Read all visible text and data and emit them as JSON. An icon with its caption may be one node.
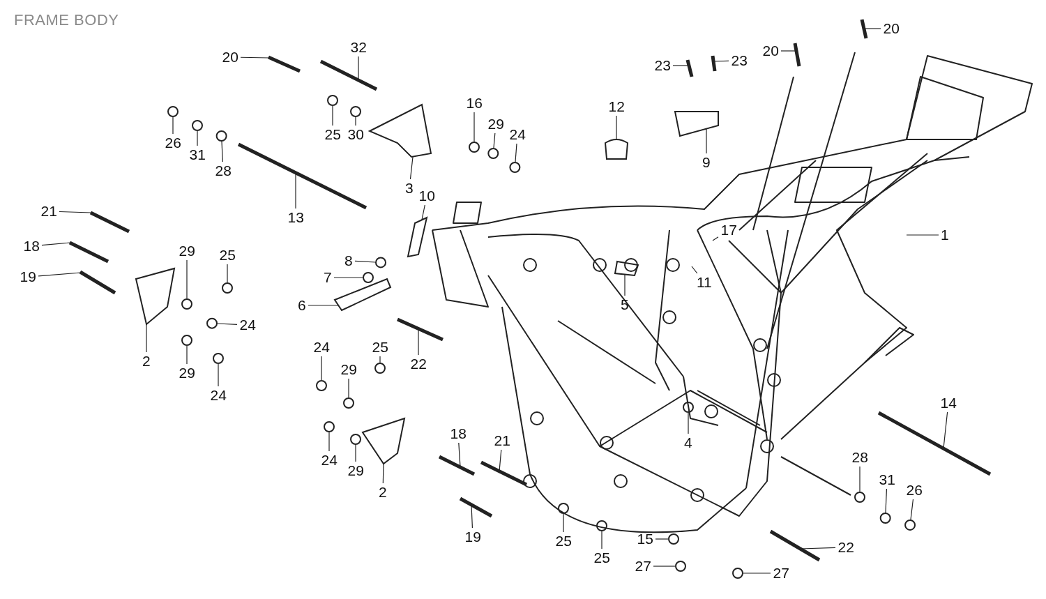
{
  "diagram": {
    "title": "FRAME BODY",
    "nodes": [
      {
        "text": [
          "20"
        ]
      },
      {
        "text": [
          "32"
        ]
      },
      {
        "text": [
          "26"
        ]
      },
      {
        "text": [
          "31"
        ]
      },
      {
        "text": [
          "28"
        ]
      },
      {
        "text": [
          "25"
        ]
      },
      {
        "text": [
          "30"
        ]
      },
      {
        "text": [
          "3"
        ]
      },
      {
        "text": [
          "16"
        ]
      },
      {
        "text": [
          "29"
        ]
      },
      {
        "text": [
          "24"
        ]
      },
      {
        "text": [
          "12"
        ]
      },
      {
        "text": [
          "9"
        ]
      },
      {
        "text": [
          "23"
        ]
      },
      {
        "text": [
          "23"
        ]
      },
      {
        "text": [
          "20"
        ]
      },
      {
        "text": [
          "20"
        ]
      },
      {
        "text": [
          "10"
        ]
      },
      {
        "text": [
          "13"
        ]
      },
      {
        "text": [
          "21"
        ]
      },
      {
        "text": [
          "18"
        ]
      },
      {
        "text": [
          "19"
        ]
      },
      {
        "text": [
          "29"
        ]
      },
      {
        "text": [
          "25"
        ]
      },
      {
        "text": [
          "1"
        ]
      },
      {
        "text": [
          "17"
        ]
      },
      {
        "text": [
          "8"
        ]
      },
      {
        "text": [
          "7"
        ]
      },
      {
        "text": [
          "6"
        ]
      },
      {
        "text": [
          "5"
        ]
      },
      {
        "text": [
          "11"
        ]
      },
      {
        "text": [
          "2"
        ]
      },
      {
        "text": [
          "24"
        ]
      },
      {
        "text": [
          "29"
        ]
      },
      {
        "text": [
          "24"
        ]
      },
      {
        "text": [
          "22"
        ]
      },
      {
        "text": [
          "24"
        ]
      },
      {
        "text": [
          "25"
        ]
      },
      {
        "text": [
          "29"
        ]
      },
      {
        "text": [
          "24"
        ]
      },
      {
        "text": [
          "29"
        ]
      },
      {
        "text": [
          "2"
        ]
      },
      {
        "text": [
          "18"
        ]
      },
      {
        "text": [
          "21"
        ]
      },
      {
        "text": [
          "19"
        ]
      },
      {
        "text": [
          "4"
        ]
      },
      {
        "text": [
          "14"
        ]
      },
      {
        "text": [
          "28"
        ]
      },
      {
        "text": [
          "31"
        ]
      },
      {
        "text": [
          "26"
        ]
      },
      {
        "text": [
          "25"
        ]
      },
      {
        "text": [
          "25"
        ]
      },
      {
        "text": [
          "15"
        ]
      },
      {
        "text": [
          "27"
        ]
      },
      {
        "text": [
          "22"
        ]
      },
      {
        "text": [
          "27"
        ]
      },
      {
        "text": [],
        "shape": "bar"
      },
      {
        "text": [],
        "shape": "bar"
      },
      {
        "text": [],
        "shape": "circle"
      },
      {
        "text": [],
        "shape": "circle"
      },
      {
        "text": [],
        "shape": "circle"
      },
      {
        "text": [],
        "shape": "circle"
      },
      {
        "text": [],
        "shape": "circle"
      },
      {
        "text": [],
        "shape": "picture"
      },
      {
        "text": [],
        "shape": "circle"
      },
      {
        "text": [],
        "shape": "circle"
      },
      {
        "text": [],
        "shape": "circle"
      },
      {
        "text": [],
        "shape": "picture"
      },
      {
        "text": [],
        "shape": "picture"
      },
      {
        "text": [],
        "shape": "bar"
      },
      {
        "text": [],
        "shape": "bar"
      },
      {
        "text": [],
        "shape": "bar"
      },
      {
        "text": [],
        "shape": "bar"
      },
      {
        "text": [],
        "shape": "picture"
      },
      {
        "text": [],
        "shape": "bar"
      },
      {
        "text": [],
        "shape": "bar"
      },
      {
        "text": [],
        "shape": "bar"
      },
      {
        "text": [],
        "shape": "bar"
      },
      {
        "text": [],
        "shape": "circle"
      },
      {
        "text": [],
        "shape": "circle"
      },
      {
        "text": [],
        "shape": "circle"
      },
      {
        "text": [],
        "shape": "circle"
      },
      {
        "text": [],
        "shape": "picture"
      },
      {
        "text": [],
        "shape": "picture"
      },
      {
        "text": [],
        "shape": "picture"
      },
      {
        "text": [],
        "shape": "circle"
      },
      {
        "text": [],
        "shape": "circle"
      },
      {
        "text": [],
        "shape": "circle"
      },
      {
        "text": [],
        "shape": "bar"
      },
      {
        "text": [],
        "shape": "circle"
      },
      {
        "text": [],
        "shape": "circle"
      },
      {
        "text": [],
        "shape": "circle"
      },
      {
        "text": [],
        "shape": "circle"
      },
      {
        "text": [],
        "shape": "circle"
      },
      {
        "text": [],
        "shape": "picture"
      },
      {
        "text": [],
        "shape": "bar"
      },
      {
        "text": [],
        "shape": "bar"
      },
      {
        "text": [],
        "shape": "bar"
      },
      {
        "text": [],
        "shape": "circle"
      },
      {
        "text": [],
        "shape": "bar"
      },
      {
        "text": [],
        "shape": "circle"
      },
      {
        "text": [],
        "shape": "circle"
      },
      {
        "text": [],
        "shape": "circle"
      },
      {
        "text": [],
        "shape": "circle"
      },
      {
        "text": [],
        "shape": "circle"
      },
      {
        "text": [],
        "shape": "circle"
      },
      {
        "text": [],
        "shape": "circle"
      },
      {
        "text": [],
        "shape": "bar"
      },
      {
        "text": [],
        "shape": "circle"
      }
    ],
    "edges": [
      {
        "from": 0,
        "to": 56,
        "arrow": "none"
      },
      {
        "from": 1,
        "to": 57,
        "arrow": "none"
      },
      {
        "from": 2,
        "to": 58,
        "arrow": "none"
      },
      {
        "from": 3,
        "to": 59,
        "arrow": "none"
      },
      {
        "from": 4,
        "to": 60,
        "arrow": "none"
      },
      {
        "from": 5,
        "to": 61,
        "arrow": "none"
      },
      {
        "from": 6,
        "to": 62,
        "arrow": "none"
      },
      {
        "from": 7,
        "to": 63,
        "arrow": "none"
      },
      {
        "from": 8,
        "to": 64,
        "arrow": "none"
      },
      {
        "from": 9,
        "to": 65,
        "arrow": "none"
      },
      {
        "from": 10,
        "to": 66,
        "arrow": "none"
      },
      {
        "from": 11,
        "to": 67,
        "arrow": "none"
      },
      {
        "from": 12,
        "to": 68,
        "arrow": "none"
      },
      {
        "from": 13,
        "to": 69,
        "arrow": "none"
      },
      {
        "from": 14,
        "to": 70,
        "arrow": "none"
      },
      {
        "from": 15,
        "to": 71,
        "arrow": "none"
      },
      {
        "from": 16,
        "to": 72,
        "arrow": "none"
      },
      {
        "from": 17,
        "to": 73,
        "arrow": "none"
      },
      {
        "from": 18,
        "to": 74,
        "arrow": "none"
      },
      {
        "from": 19,
        "to": 75,
        "arrow": "none"
      },
      {
        "from": 20,
        "to": 76,
        "arrow": "none"
      },
      {
        "from": 21,
        "to": 77,
        "arrow": "none"
      },
      {
        "from": 22,
        "to": 78,
        "arrow": "none"
      },
      {
        "from": 23,
        "to": 79,
        "arrow": "none"
      },
      {
        "from": 24,
        "to": null,
        "arrow": "none"
      },
      {
        "from": 25,
        "to": null,
        "arrow": "none"
      },
      {
        "from": 26,
        "to": 80,
        "arrow": "none"
      },
      {
        "from": 27,
        "to": 81,
        "arrow": "none"
      },
      {
        "from": 28,
        "to": 82,
        "arrow": "none"
      },
      {
        "from": 29,
        "to": 83,
        "arrow": "none"
      },
      {
        "from": 30,
        "to": null,
        "arrow": "none"
      },
      {
        "from": 31,
        "to": 84,
        "arrow": "none"
      },
      {
        "from": 32,
        "to": 85,
        "arrow": "none"
      },
      {
        "from": 33,
        "to": 86,
        "arrow": "none"
      },
      {
        "from": 34,
        "to": 87,
        "arrow": "none"
      },
      {
        "from": 35,
        "to": 88,
        "arrow": "none"
      },
      {
        "from": 36,
        "to": 89,
        "arrow": "none"
      },
      {
        "from": 37,
        "to": 90,
        "arrow": "none"
      },
      {
        "from": 38,
        "to": 91,
        "arrow": "none"
      },
      {
        "from": 39,
        "to": 92,
        "arrow": "none"
      },
      {
        "from": 40,
        "to": 93,
        "arrow": "none"
      },
      {
        "from": 41,
        "to": 94,
        "arrow": "none"
      },
      {
        "from": 42,
        "to": 95,
        "arrow": "none"
      },
      {
        "from": 43,
        "to": 96,
        "arrow": "none"
      },
      {
        "from": 44,
        "to": 97,
        "arrow": "none"
      },
      {
        "from": 45,
        "to": 98,
        "arrow": "none"
      },
      {
        "from": 46,
        "to": 99,
        "arrow": "none"
      },
      {
        "from": 47,
        "to": 100,
        "arrow": "none"
      },
      {
        "from": 48,
        "to": 101,
        "arrow": "none"
      },
      {
        "from": 49,
        "to": 102,
        "arrow": "none"
      },
      {
        "from": 50,
        "to": 103,
        "arrow": "none"
      },
      {
        "from": 51,
        "to": 104,
        "arrow": "none"
      },
      {
        "from": 52,
        "to": 105,
        "arrow": "none"
      },
      {
        "from": 53,
        "to": 106,
        "arrow": "none"
      },
      {
        "from": 54,
        "to": 107,
        "arrow": "none"
      },
      {
        "from": 55,
        "to": 108,
        "arrow": "none"
      }
    ]
  }
}
